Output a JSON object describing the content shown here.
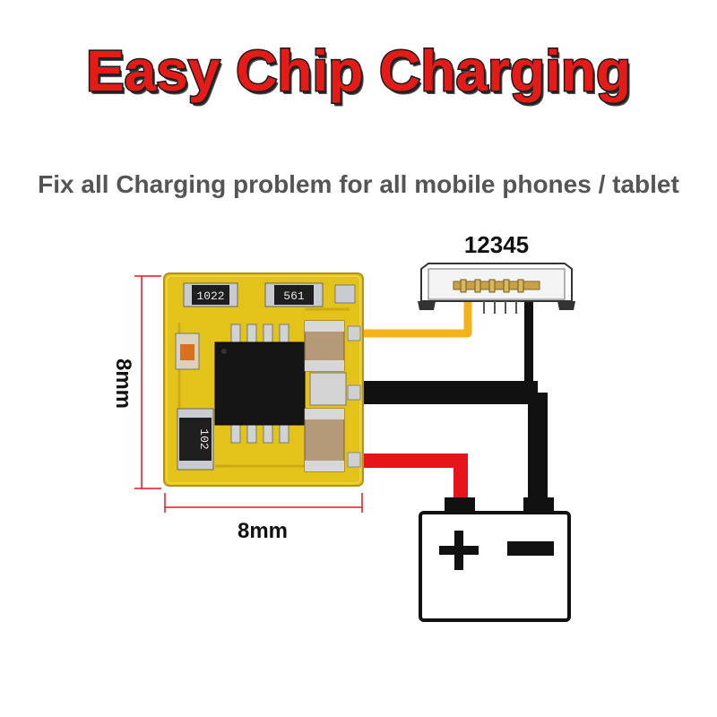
{
  "title": "Easy Chip Charging",
  "subtitle": "Fix all Charging problem for all mobile phones / tablet",
  "connector": {
    "pin_label": "12345"
  },
  "chip": {
    "height_label": "8mm",
    "width_label": "8mm",
    "resistor_top_left": "1022",
    "resistor_top_right": "561",
    "resistor_bottom_left": "102"
  },
  "battery": {
    "plus_symbol": "+",
    "minus_symbol": "−"
  },
  "colors": {
    "title_red": "#e41b17",
    "pcb_yellow": "#e3c21a",
    "wire_yellow": "#f2b21a",
    "wire_red": "#e8141c",
    "wire_black": "#111111",
    "dimension_red": "#e8141c"
  }
}
